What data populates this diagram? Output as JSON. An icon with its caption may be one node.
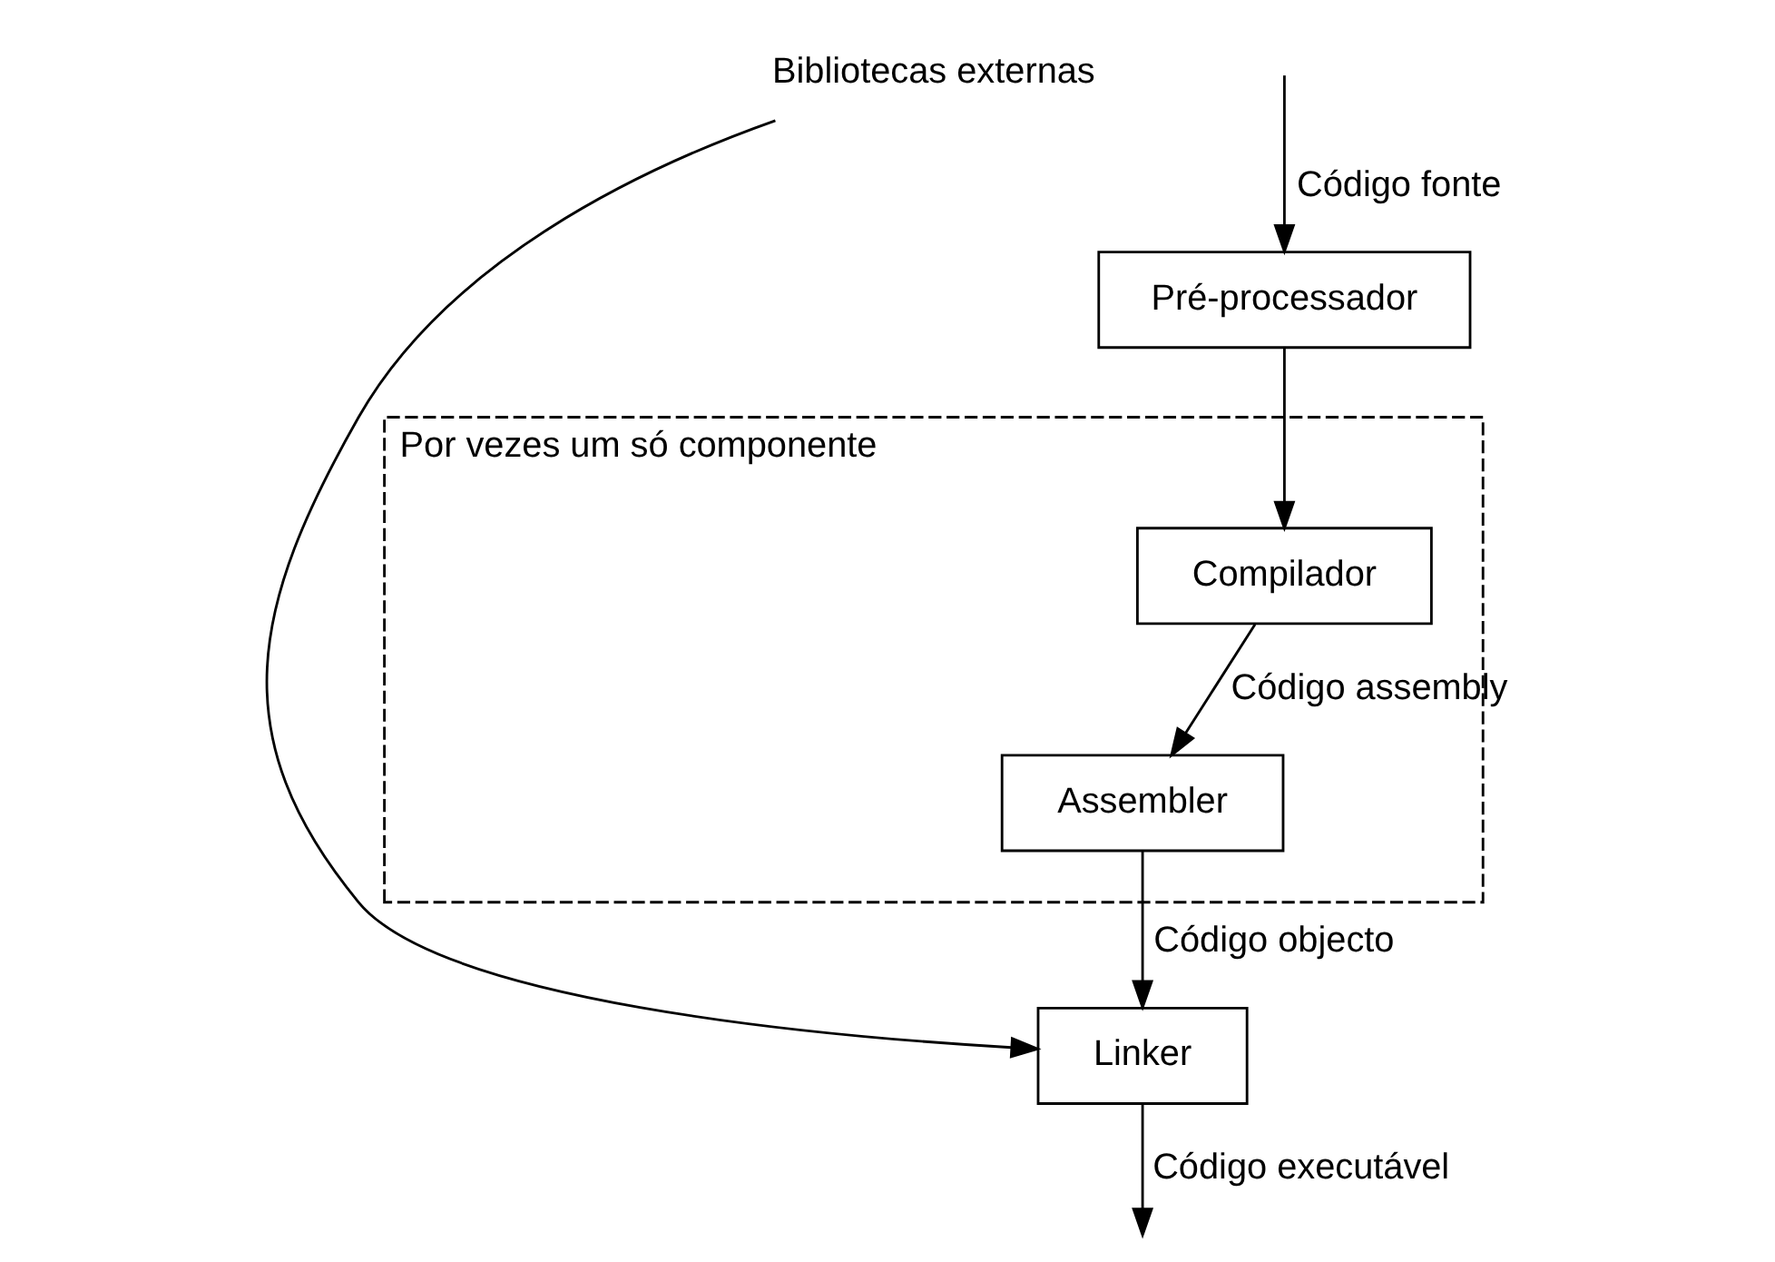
{
  "diagram": {
    "nodes": [
      {
        "text": [
          "Pré-processador"
        ]
      },
      {
        "text": [
          "Por vezes um só componente"
        ]
      },
      {
        "text": [
          "Compilador"
        ],
        "in": 1
      },
      {
        "text": [
          "Assembler"
        ],
        "in": 1
      },
      {
        "text": [
          "Linker"
        ]
      },
      {
        "text": [
          "Bibliotecas externas"
        ]
      }
    ],
    "edges": [
      {
        "from": null,
        "to": 0,
        "arrow": "to",
        "label": "Código fonte"
      },
      {
        "from": 0,
        "to": 2,
        "arrow": "to"
      },
      {
        "from": 2,
        "to": 3,
        "arrow": "to",
        "label": "Código assembly"
      },
      {
        "from": 3,
        "to": 4,
        "arrow": "to",
        "label": "Código objecto"
      },
      {
        "from": 5,
        "to": 4,
        "arrow": "to"
      },
      {
        "from": 4,
        "to": null,
        "arrow": "to",
        "label": "Código executável"
      }
    ]
  }
}
